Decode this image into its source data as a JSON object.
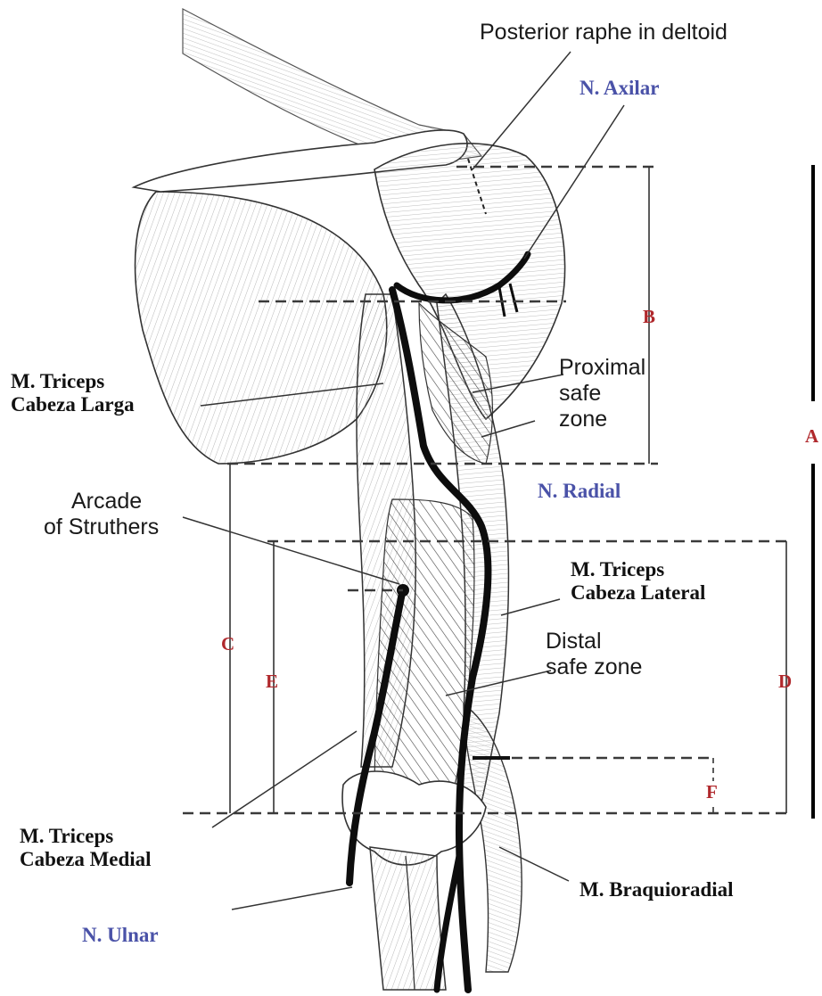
{
  "colors": {
    "nerve_label": "#4a52a8",
    "measure_letter": "#b0282c",
    "outline": "#2b2b2b",
    "nerve_line": "#0d0d0d",
    "dash": "#3a3a3a"
  },
  "labels": {
    "posterior_raphe": "Posterior raphe in deltoid",
    "n_axilar": "N. Axilar",
    "triceps_long": [
      "M. Triceps",
      "Cabeza Larga"
    ],
    "proximal_safe_zone": [
      "Proximal",
      "safe",
      "zone"
    ],
    "n_radial": "N. Radial",
    "arcade": [
      "Arcade",
      "of Struthers"
    ],
    "triceps_lateral": [
      "M. Triceps",
      "Cabeza Lateral"
    ],
    "distal_safe_zone": [
      "Distal",
      "safe zone"
    ],
    "triceps_medial": [
      "M. Triceps",
      "Cabeza Medial"
    ],
    "braquioradial": "M. Braquioradial",
    "n_ulnar": "N. Ulnar"
  },
  "measurements": {
    "A": "A",
    "B": "B",
    "C": "C",
    "D": "D",
    "E": "E",
    "F": "F"
  }
}
